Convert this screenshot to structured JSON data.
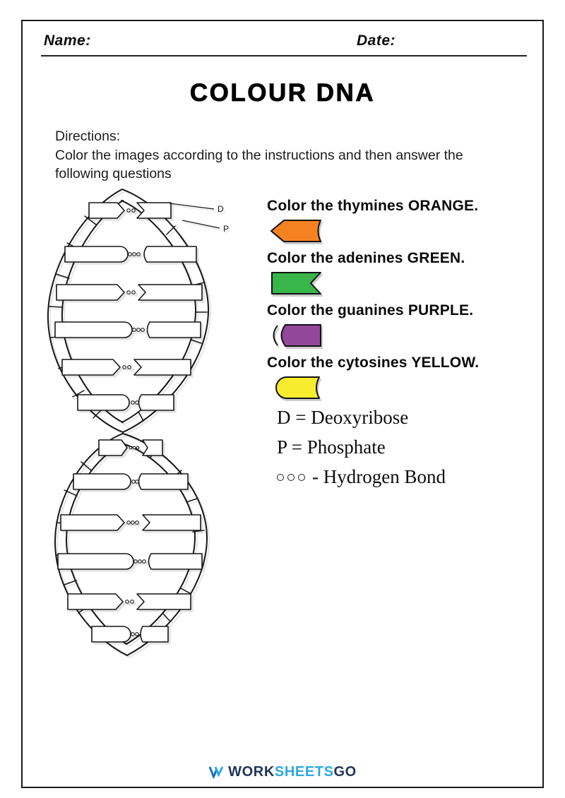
{
  "header": {
    "name_label": "Name:",
    "date_label": "Date:"
  },
  "title": "COLOUR DNA",
  "directions": {
    "label": "Directions:",
    "text": "Color the images according to the instructions and then answer the following questions"
  },
  "instructions": [
    {
      "text": "Color the thymines ORANGE.",
      "color": "#F58220"
    },
    {
      "text": "Color the adenines GREEN.",
      "color": "#39B54A"
    },
    {
      "text": "Color the guanines PURPLE.",
      "color": "#93479B"
    },
    {
      "text": "Color the cytosines YELLOW.",
      "color": "#F7EC2E"
    }
  ],
  "legend": {
    "deoxyribose": "D = Deoxyribose",
    "phosphate": "P = Phosphate",
    "hydrogen_bond": "- Hydrogen Bond"
  },
  "diagram": {
    "d_label": "D",
    "p_label": "P"
  },
  "footer": {
    "work": "WORK",
    "sheets": "SHEETS",
    "go": "GO"
  }
}
